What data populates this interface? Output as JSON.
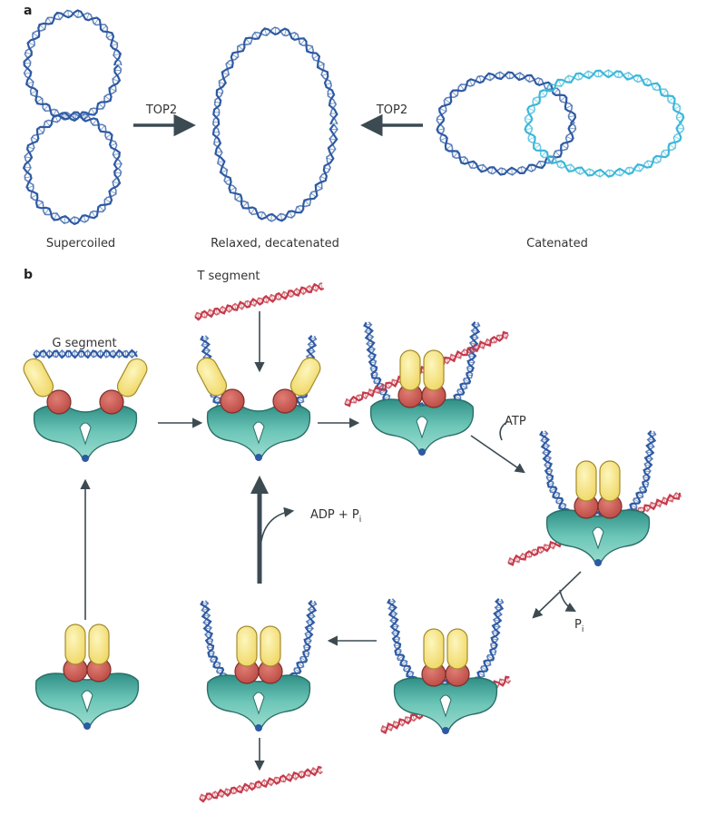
{
  "panel_a": {
    "letter": "a",
    "supercoiled": "Supercoiled",
    "relaxed": "Relaxed, decatenated",
    "catenated": "Catenated",
    "enzyme_left": "TOP2",
    "enzyme_right": "TOP2"
  },
  "panel_b": {
    "letter": "b",
    "g_segment": "G segment",
    "t_segment": "T segment",
    "atp": "ATP",
    "adp": "ADP + P",
    "adp_sub": "i",
    "pi": "P",
    "pi_sub": "i"
  },
  "colors": {
    "dna_blue": "#2d5aa3",
    "dna_cyan": "#3bb7d9",
    "dna_red": "#c53a4a",
    "arrow": "#3c4a52",
    "atpase": "#f3df77",
    "core": "#c85a53",
    "body": "#4fb0a2"
  }
}
